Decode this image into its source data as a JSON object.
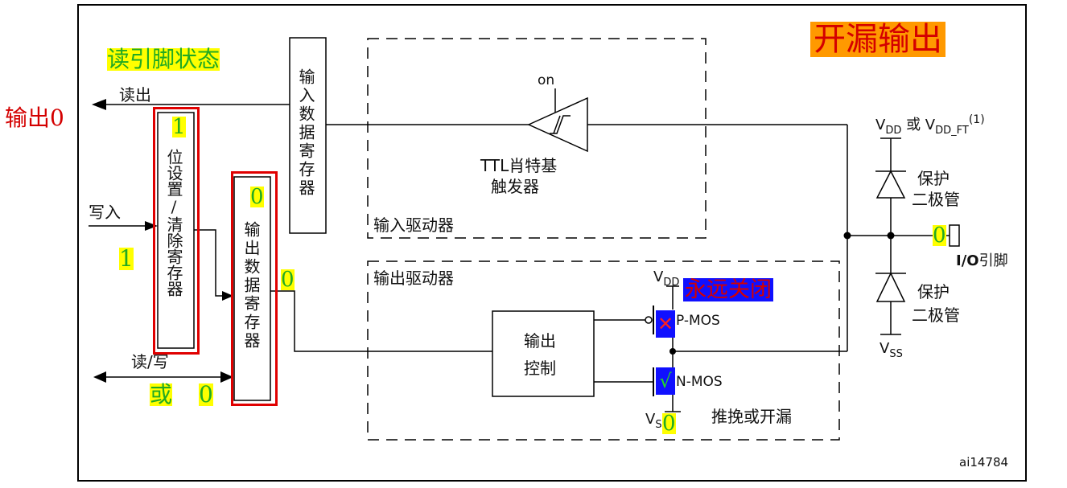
{
  "title_badge": {
    "text": "开漏输出",
    "bg": "#ff9900"
  },
  "annotations": {
    "read_pin_state": "读引脚状态",
    "output0": "输出0",
    "never_close": "永远关闭",
    "bit_reg_value": "1",
    "out_reg_value": "0",
    "out_line_value": "0",
    "write_value": "1",
    "or_label": "或",
    "or_value": "0",
    "io_value": "0",
    "vss_value": "0",
    "pmos_mark": "✕",
    "nmos_mark": "√"
  },
  "signals": {
    "read_out": "读出",
    "write_in": "写入",
    "read_write": "读/写"
  },
  "registers": {
    "input_data": "输入数据寄存器",
    "bit_set_clear": "位设置/清除寄存器",
    "output_data": "输出数据寄存器"
  },
  "drivers": {
    "input": "输入驱动器",
    "output": "输出驱动器",
    "push_pull_or_open_drain": "推挽或开漏",
    "output_control_1": "输出",
    "output_control_2": "控制"
  },
  "schmitt": {
    "on": "on",
    "line1": "TTL肖特基",
    "line2": "触发器"
  },
  "power": {
    "vdd_main": "V",
    "vdd_sub": "DD",
    "or_text": " 或 V",
    "vddft_sub": "DD_FT",
    "note": "(1)",
    "vss_main": "V",
    "vss_sub": "SS"
  },
  "mos": {
    "vdd_main": "V",
    "vdd_sub": "DD",
    "pmos": "P-MOS",
    "nmos": "N-MOS",
    "vss_main": "V",
    "vss_sub": "S"
  },
  "diodes": {
    "top_1": "保护",
    "top_2": "二极管",
    "bottom_1": "保护",
    "bottom_2": "二极管"
  },
  "io_pin": {
    "bold": "I/O",
    "rest": "引脚"
  },
  "figure_id": "ai14784",
  "colors": {
    "red_box": "#e00000",
    "highlight": "#ffff00",
    "blue_box": "#1010ff"
  }
}
